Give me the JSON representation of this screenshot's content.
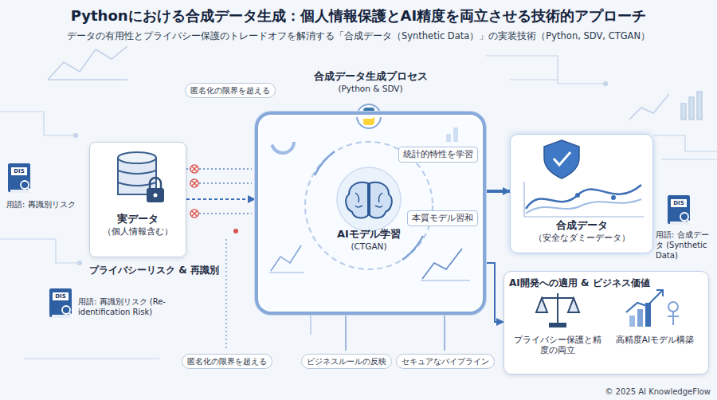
{
  "diagram": {
    "title": "Pythonにおける合成データ生成：個人情報保護とAI精度を両立させる技術的アプローチ",
    "nodes": [
      {
        "text": [
          "実データ",
          "（個人情報含む）",
          "プライバシーリスク & 再識別"
        ]
      },
      {
        "text": [
          "合成データ生成プロセス",
          "(Python & SDV)"
        ]
      },
      {
        "text": [
          "AIモデル学習",
          "(CTGAN)"
        ],
        "in": 1
      },
      {
        "text": [
          "合成データ",
          "（安全なダミーデータ）"
        ]
      },
      {
        "text": [
          "AI開発への適用 & ビジネス価値",
          "プライバシー保護と精度の両立",
          "高精度AIモデル構築"
        ]
      }
    ],
    "edges": [
      {
        "from": 0,
        "to": 1,
        "arrow": "to"
      },
      {
        "from": 1,
        "to": 3,
        "arrow": "to"
      },
      {
        "from": 1,
        "to": 4,
        "arrow": "to"
      }
    ],
    "labels": [
      "データの有用性とプライバシー保護のトレードオフを解消する「合成データ（Synthetic Data）」の実装技術（Python, SDV, CTGAN）",
      "匿名化の限界を超える",
      "DIS",
      "用語: 再識別リスク",
      "DIS",
      "用語: 再識別リスク (Re-identification Risk)",
      "統計的特性を学習",
      "本質モデル習和",
      "DIS",
      "用語: 合成データ (Synthetic Data)",
      "匿名化の限界を超える",
      "ビジネスルールの反映",
      "セキュアなパイプライン",
      "© 2025 AI KnowledgeFlow"
    ]
  }
}
